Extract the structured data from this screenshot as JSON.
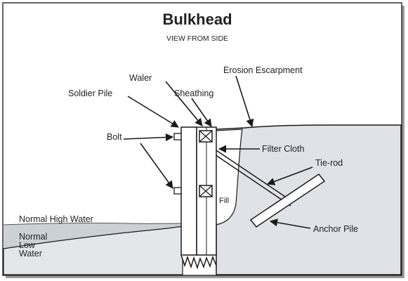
{
  "diagram": {
    "title": "Bulkhead",
    "subtitle": "VIEW FROM SIDE",
    "labels": {
      "waler": "Waler",
      "erosion_escarpment": "Erosion Escarpment",
      "soldier_pile": "Soldier Pile",
      "sheathing": "Sheathing",
      "bolt": "Bolt",
      "filter_cloth": "Filter Cloth",
      "tie_rod": "Tie-rod",
      "fill": "Fill",
      "anchor_pile": "Anchor Pile",
      "normal_high_water": "Normal High Water",
      "normal_low_water_line1": "Normal",
      "normal_low_water_line2": "Low",
      "normal_low_water_line3": "Water"
    },
    "colors": {
      "soil": "#dfe2e6",
      "water": "#ccd1d6",
      "line": "#1a1a1a",
      "frame_shadow": "#9a9a9a"
    }
  }
}
